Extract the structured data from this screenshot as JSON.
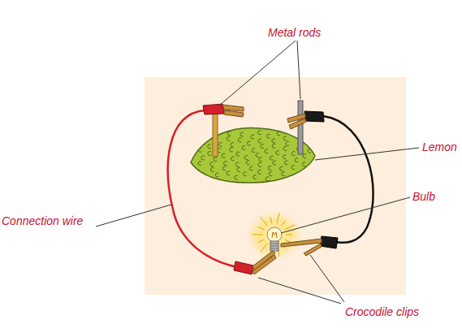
{
  "diagram": {
    "labels": [
      "Metal rods",
      "Lemon",
      "Bulb",
      "Connection wire",
      "Crocodile clips"
    ]
  }
}
